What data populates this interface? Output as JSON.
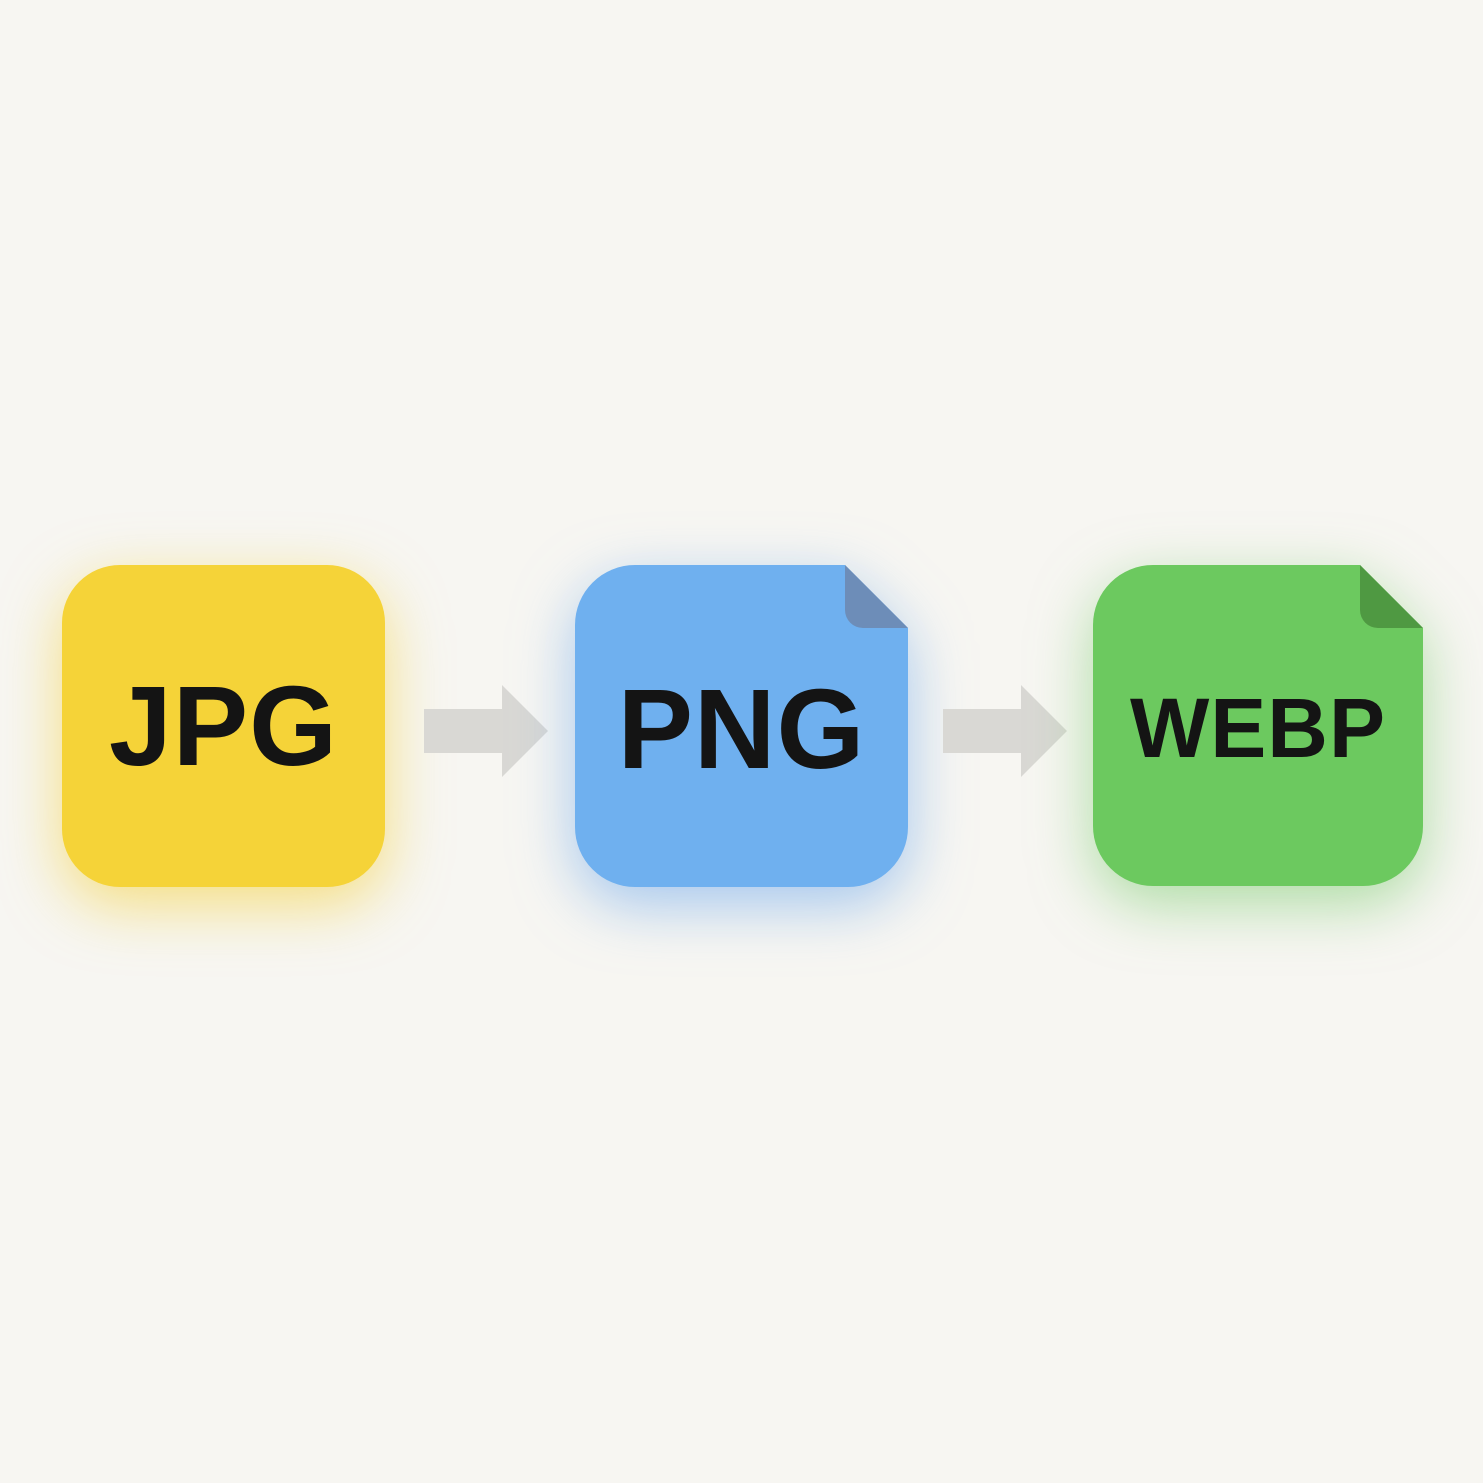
{
  "page": {
    "background_color": "#f7f6f2"
  },
  "flow": {
    "description_icons": {
      "arrow_icon": "arrow-right-block",
      "file_icon": "rounded-file-badge-with-folded-corner"
    },
    "arrow_color": "#d9d8d4",
    "steps": [
      {
        "label": "JPG",
        "color": "#f5d338",
        "glow_color": "rgba(243,206,52,0.60)"
      },
      {
        "label": "PNG",
        "color": "#6fb0ef",
        "fold_color": "#6d8db8",
        "glow_color": "rgba(96,160,235,0.55)"
      },
      {
        "label": "WEBP",
        "color": "#6cc95f",
        "fold_color": "#4f9942",
        "glow_color": "rgba(100,195,85,0.50)"
      }
    ]
  }
}
